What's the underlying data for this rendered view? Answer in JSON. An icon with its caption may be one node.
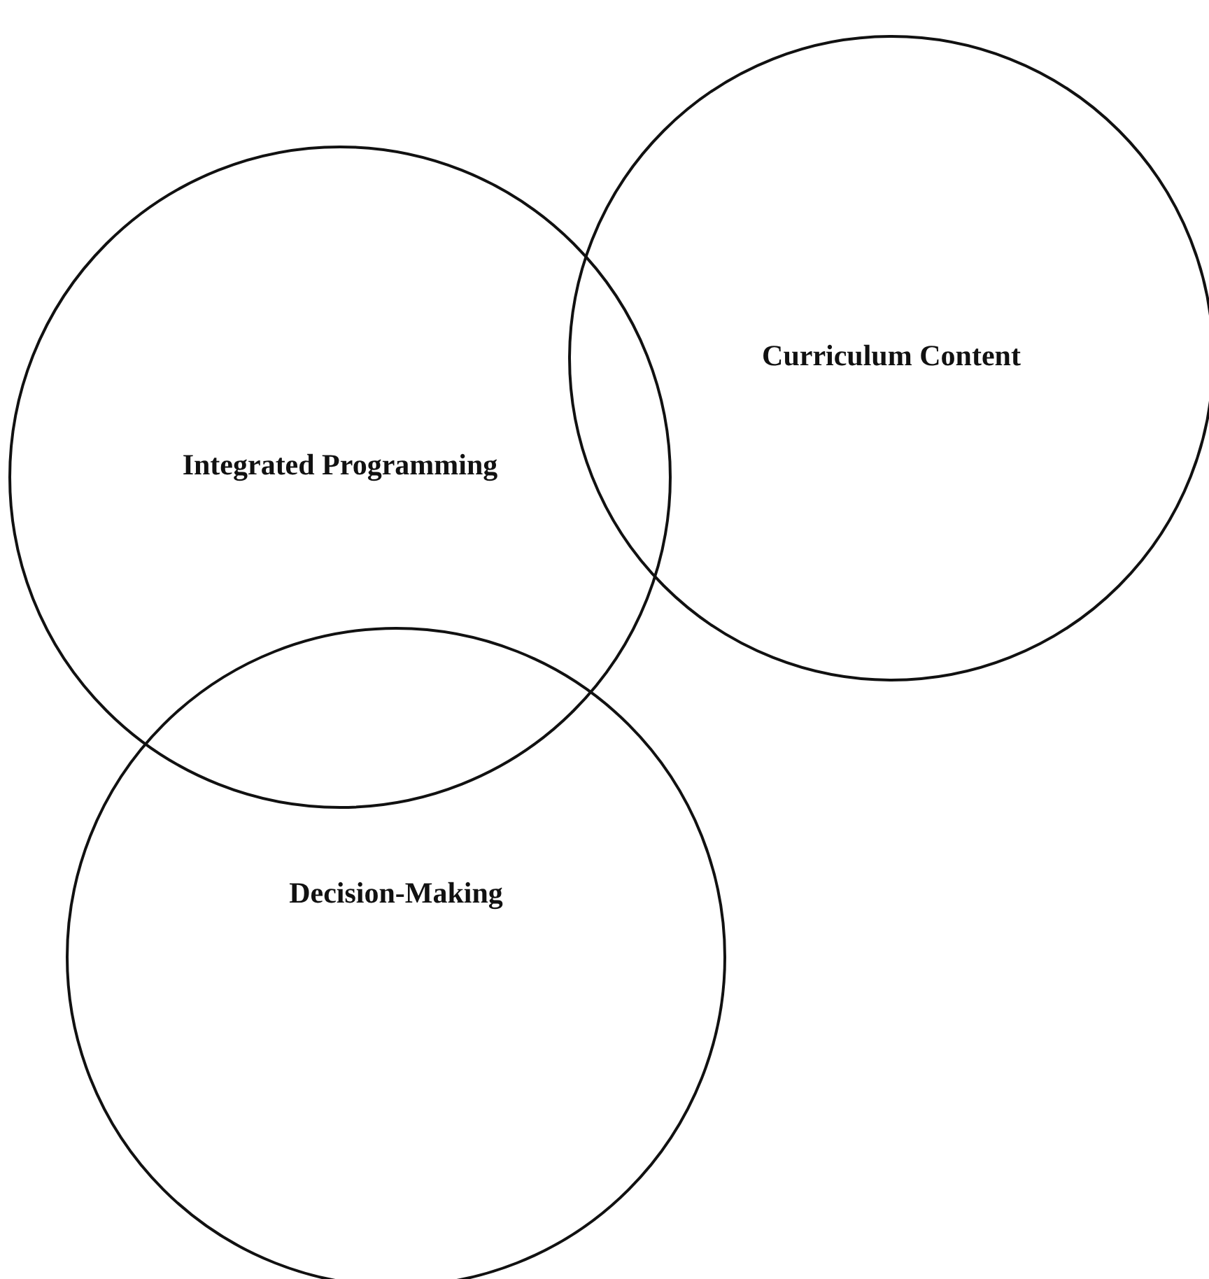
{
  "diagram": {
    "nodes": [
      {
        "text": [
          "Integrated Programming"
        ]
      },
      {
        "text": [
          "Curriculum Content"
        ]
      },
      {
        "text": [
          "Decision-Making"
        ]
      }
    ]
  }
}
